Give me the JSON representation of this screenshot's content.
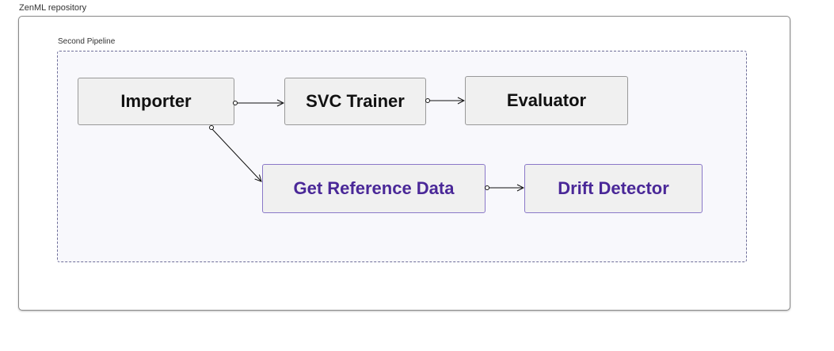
{
  "repository": {
    "label": "ZenML repository"
  },
  "pipeline": {
    "label": "Second Pipeline"
  },
  "nodes": {
    "importer": "Importer",
    "svc_trainer": "SVC Trainer",
    "evaluator": "Evaluator",
    "get_reference_data": "Get Reference Data",
    "drift_detector": "Drift Detector"
  },
  "colors": {
    "step_text": "#111111",
    "highlight_text": "#4a2898",
    "highlight_border": "#8a78c8",
    "node_fill": "#f0f0f0",
    "pipeline_border": "#6e6e99"
  }
}
